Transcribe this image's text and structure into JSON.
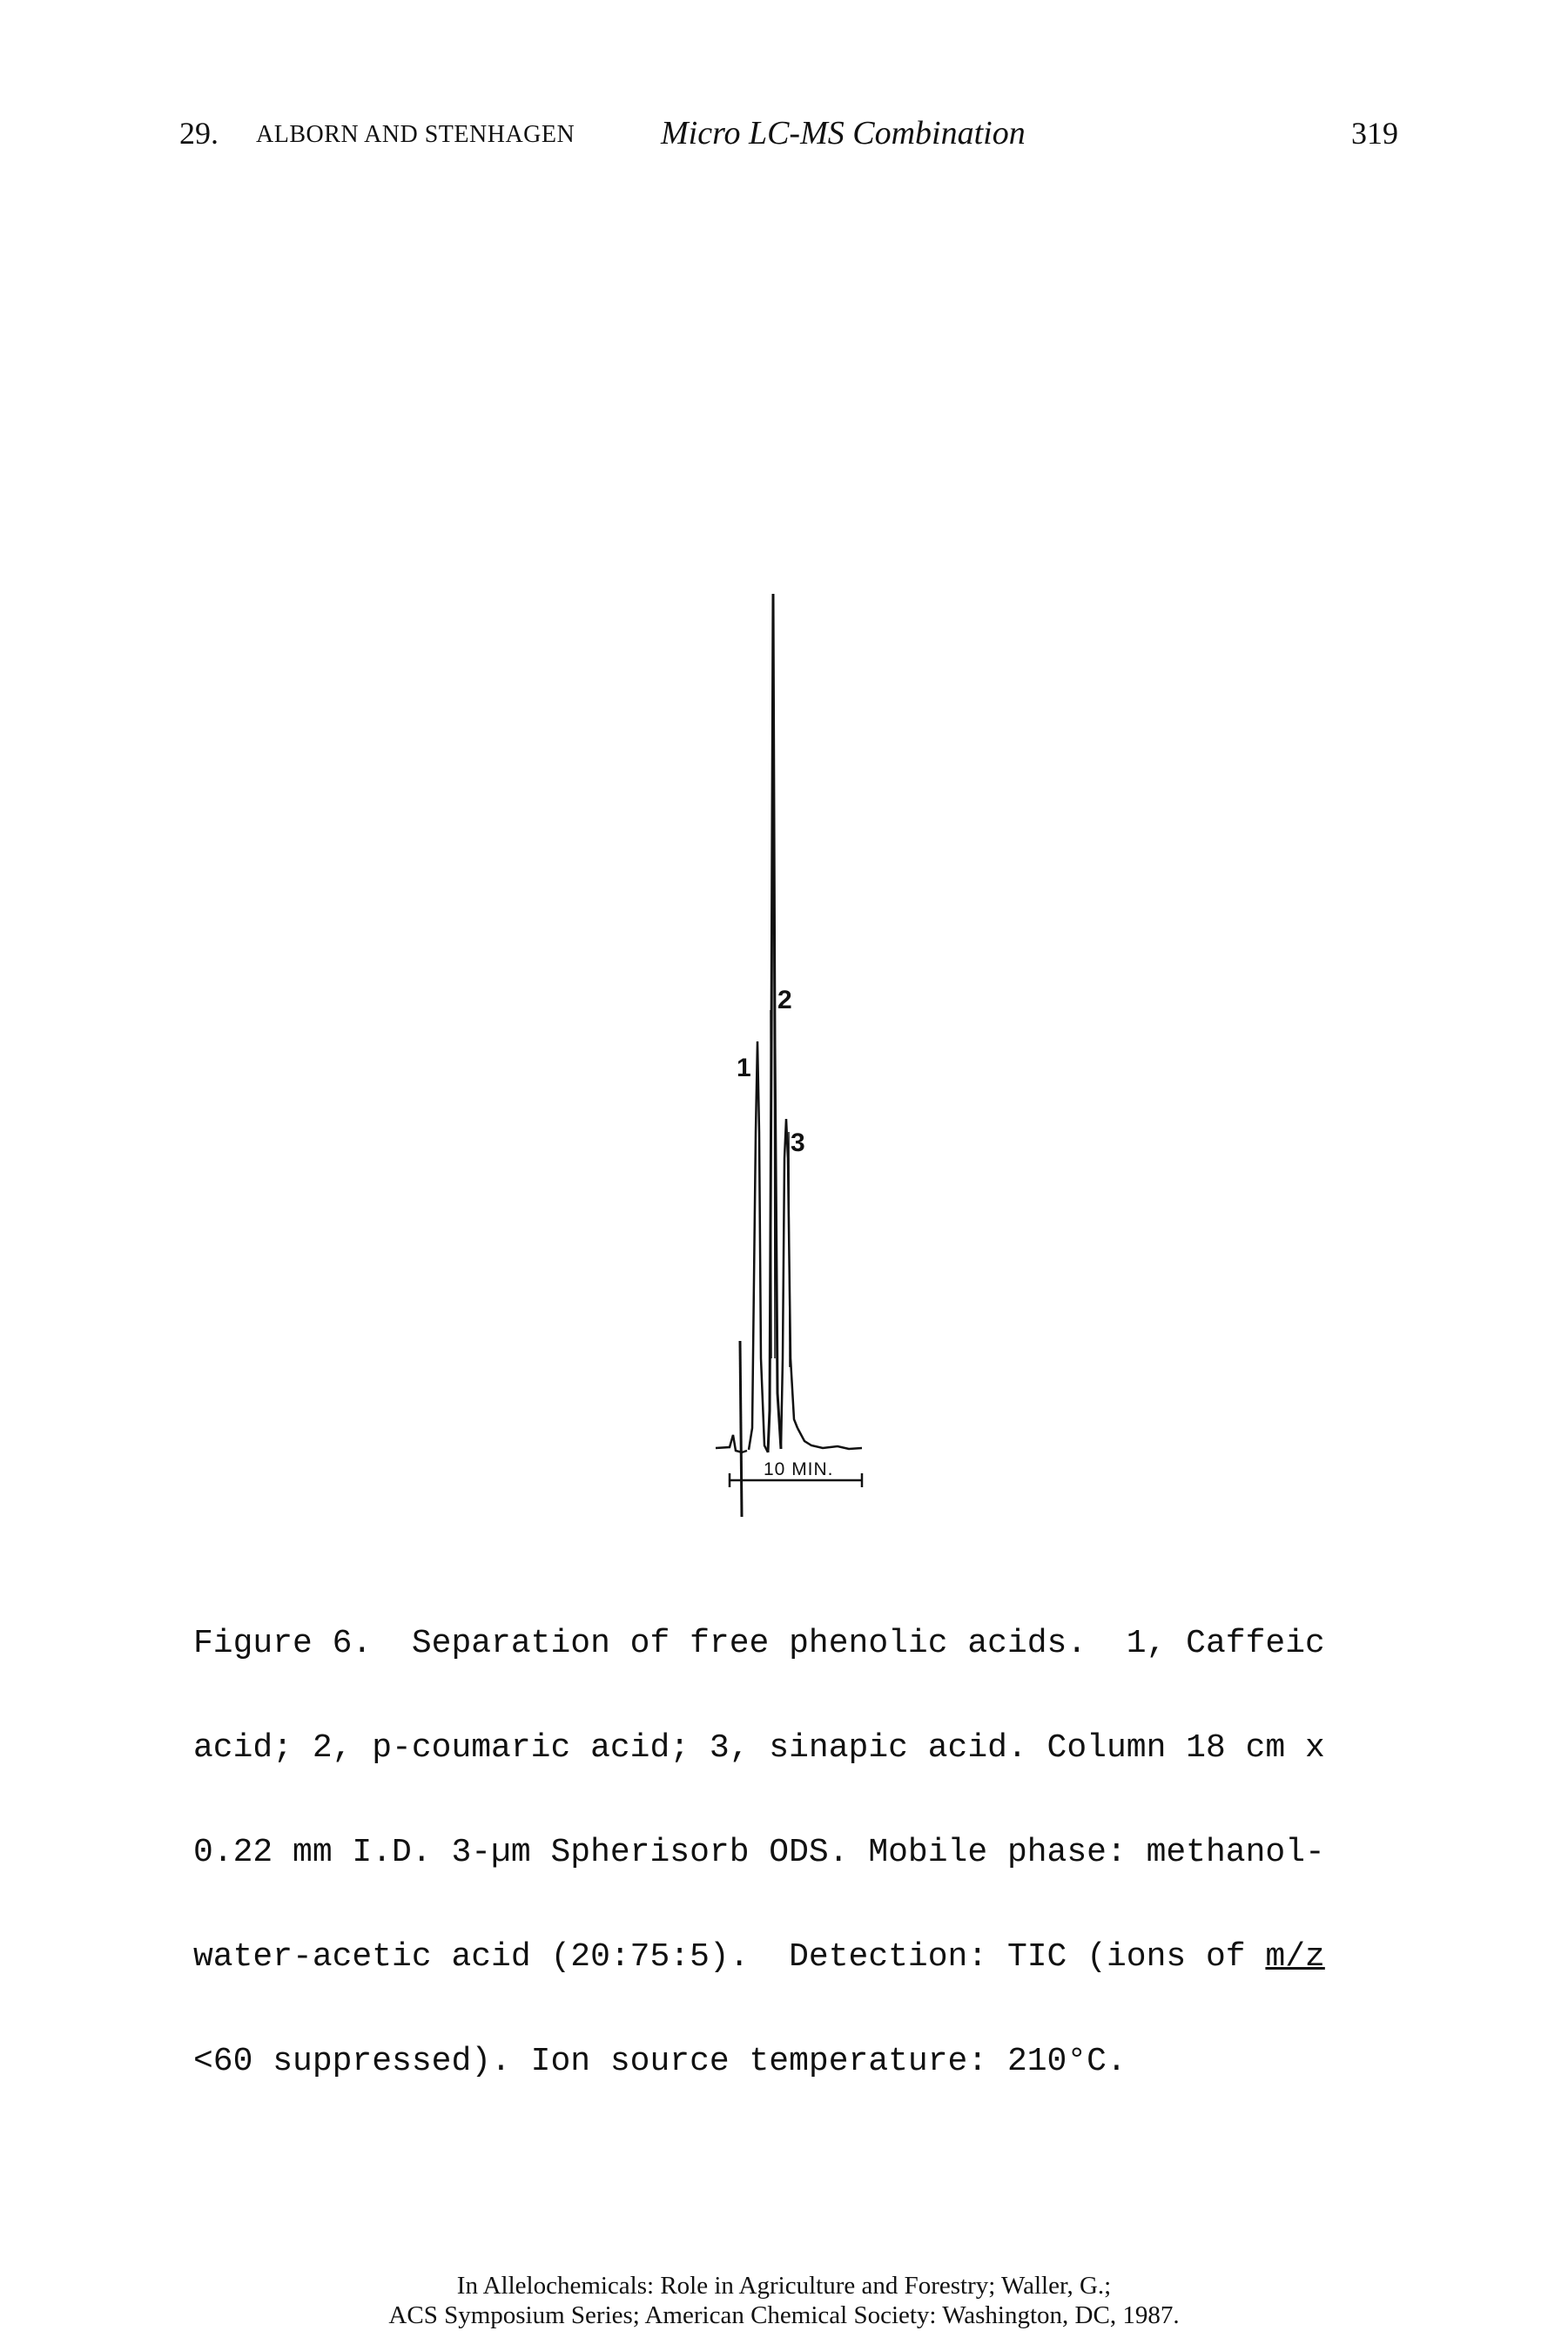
{
  "running_head": {
    "chapter": "29.",
    "authors": "ALBORN AND STENHAGEN",
    "title": "Micro LC-MS Combination",
    "page": "319"
  },
  "figure": {
    "peak_labels": [
      "1",
      "2",
      "3"
    ],
    "scale_label": "10 MIN."
  },
  "caption": {
    "lines": [
      "Figure 6.  Separation of free phenolic acids.  1, Caffeic",
      "acid; 2, p-coumaric acid; 3, sinapic acid. Column 18 cm x",
      "0.22 mm I.D. 3-µm Spherisorb ODS. Mobile phase: methanol-",
      "water-acetic acid (20:75:5).  Detection: TIC (ions of ",
      "<60 suppressed). Ion source temperature: 210°C."
    ],
    "underlined_term": "m/z"
  },
  "footer": {
    "line1": "In Allelochemicals: Role in Agriculture and Forestry; Waller, G.;",
    "line2": "ACS Symposium Series; American Chemical Society: Washington, DC, 1987."
  }
}
